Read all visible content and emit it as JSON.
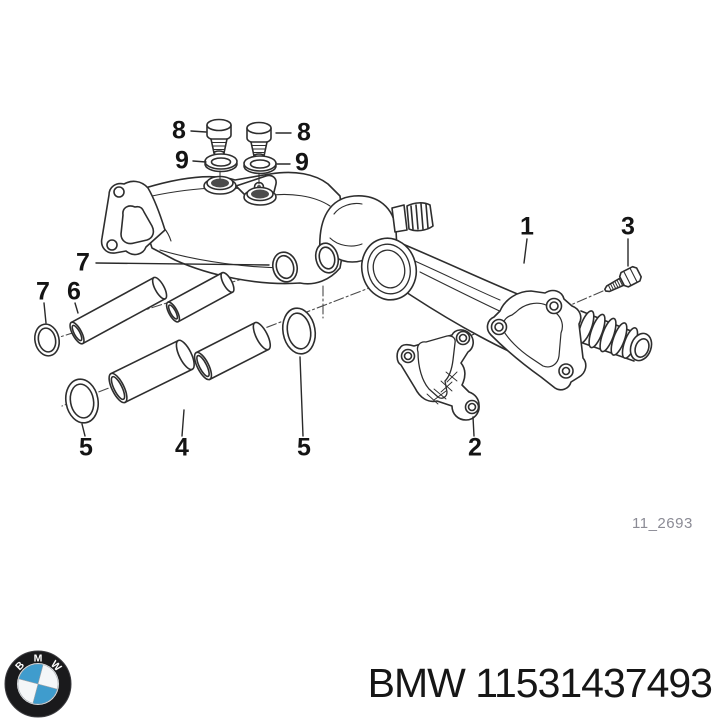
{
  "diagram": {
    "drawing_ref": "11_2693",
    "callouts": [
      {
        "label": "8",
        "target": "screw-plug-left"
      },
      {
        "label": "8",
        "target": "screw-plug-right"
      },
      {
        "label": "9",
        "target": "seal-ring-left"
      },
      {
        "label": "9",
        "target": "seal-ring-right"
      },
      {
        "label": "7",
        "target": "o-ring-upper"
      },
      {
        "label": "7",
        "target": "o-ring-far-left"
      },
      {
        "label": "6",
        "target": "small-coolant-tube"
      },
      {
        "label": "5",
        "target": "o-ring-lower-left"
      },
      {
        "label": "4",
        "target": "large-coolant-tube"
      },
      {
        "label": "5",
        "target": "o-ring-middle"
      },
      {
        "label": "2",
        "target": "gasket"
      },
      {
        "label": "1",
        "target": "water-pipe"
      },
      {
        "label": "3",
        "target": "hex-bolt"
      }
    ]
  },
  "footer": {
    "brand": "BMW",
    "part_number": "11531437493",
    "logo_letters": "BMW"
  },
  "colors": {
    "line": "#2e2e2e",
    "callout_text": "#141414",
    "ref_text": "#8b8b95",
    "bmw_blue": "#3f9ccd",
    "logo_ring": "#1a1a1c"
  }
}
